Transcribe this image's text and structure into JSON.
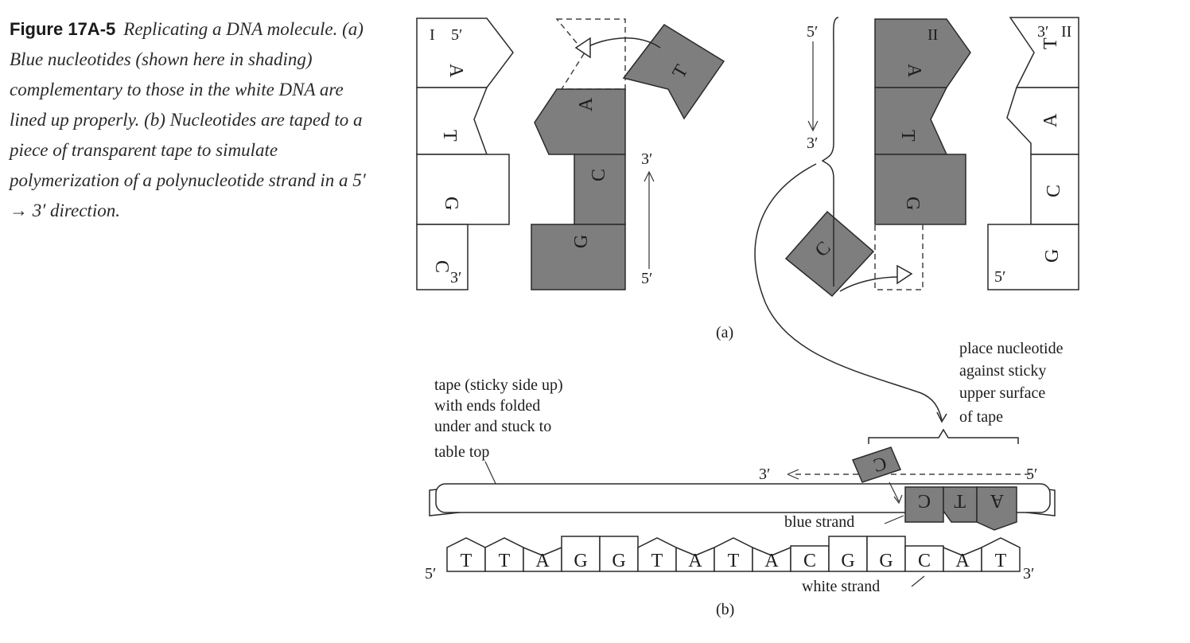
{
  "caption": {
    "figure_label": "Figure 17A-5",
    "text": "Replicating a DNA molecule. (a) Blue nucleotides (shown here in shading) complementary to those in the white DNA are lined up properly. (b) Nucleotides are taped to a piece of transparent tape to simulate polymerization of a polynucleotide strand in a 5′ → 3′ direction."
  },
  "panel_a": {
    "label": "(a)",
    "strand_I": {
      "label": "I",
      "end_top": "5′",
      "end_bottom": "3′",
      "bases": [
        "A",
        "T",
        "G",
        "C"
      ]
    },
    "strand_I_complement": {
      "incoming": "T",
      "bases": [
        "A",
        "C",
        "G"
      ],
      "arrow_top": "3′",
      "arrow_bottom": "5′"
    },
    "strand_II_complement": {
      "label": "II",
      "bases": [
        "A",
        "T",
        "G"
      ],
      "incoming": "C",
      "arrow_top": "5′",
      "arrow_bottom": "3′"
    },
    "strand_II": {
      "label": "II",
      "end_top": "3′",
      "end_bottom": "5′",
      "bases": [
        "T",
        "A",
        "C",
        "G"
      ]
    }
  },
  "panel_b": {
    "label": "(b)",
    "tape_note": [
      "tape (sticky side up)",
      "with ends folded",
      "under and stuck to",
      "table top"
    ],
    "place_note": [
      "place nucleotide",
      "against sticky",
      "upper surface",
      "of tape"
    ],
    "tape_left_end": "3′",
    "tape_right_end": "5′",
    "blue_strand_label": "blue strand",
    "blue_bases": [
      "C",
      "T",
      "A"
    ],
    "incoming": "C",
    "white_strand_label": "white strand",
    "white_bases": [
      "T",
      "T",
      "A",
      "G",
      "G",
      "T",
      "A",
      "T",
      "A",
      "C",
      "G",
      "G",
      "C",
      "A",
      "T"
    ],
    "white_left_end": "5′",
    "white_right_end": "3′"
  }
}
